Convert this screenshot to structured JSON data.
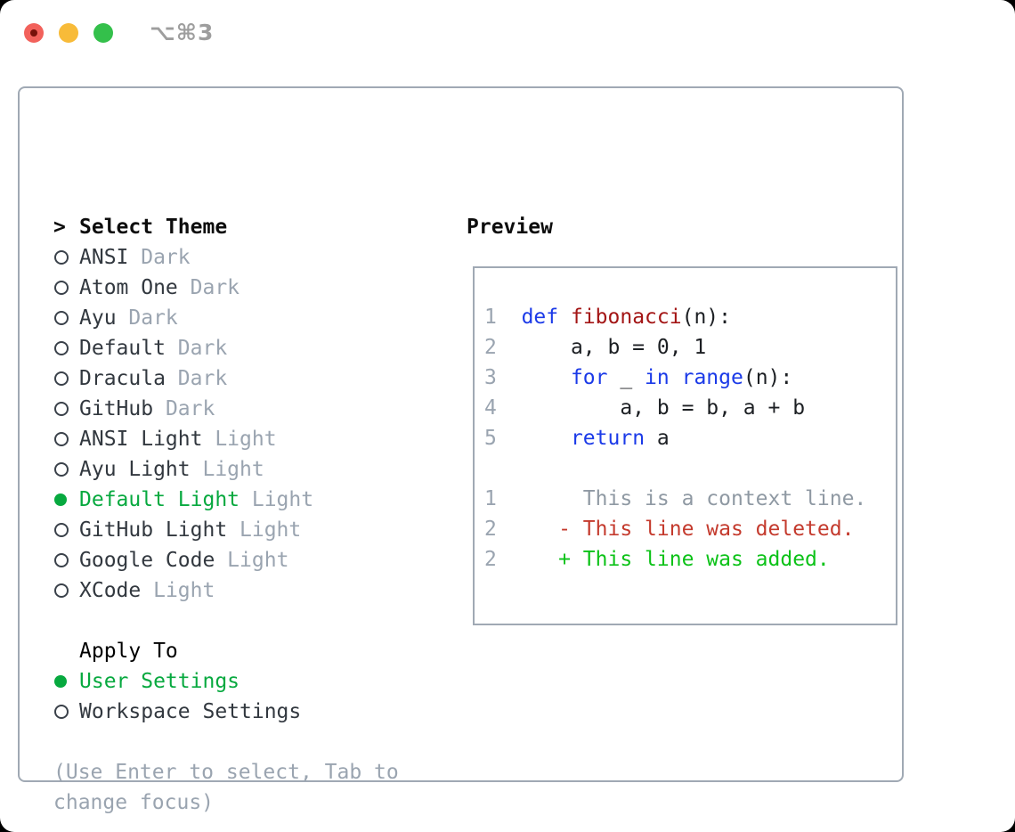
{
  "window": {
    "title": "⌥⌘3",
    "traffic_lights": {
      "close": "close-button",
      "minimize": "minimize-button",
      "zoom": "zoom-button"
    }
  },
  "theme_section": {
    "header": "Select Theme",
    "header_marker": ">",
    "items": [
      {
        "name": "ANSI",
        "tag": "Dark",
        "selected": false
      },
      {
        "name": "Atom One",
        "tag": "Dark",
        "selected": false
      },
      {
        "name": "Ayu",
        "tag": "Dark",
        "selected": false
      },
      {
        "name": "Default",
        "tag": "Dark",
        "selected": false
      },
      {
        "name": "Dracula",
        "tag": "Dark",
        "selected": false
      },
      {
        "name": "GitHub",
        "tag": "Dark",
        "selected": false
      },
      {
        "name": "ANSI Light",
        "tag": "Light",
        "selected": false
      },
      {
        "name": "Ayu Light",
        "tag": "Light",
        "selected": false
      },
      {
        "name": "Default Light",
        "tag": "Light",
        "selected": true
      },
      {
        "name": "GitHub Light",
        "tag": "Light",
        "selected": false
      },
      {
        "name": "Google Code",
        "tag": "Light",
        "selected": false
      },
      {
        "name": "XCode",
        "tag": "Light",
        "selected": false
      }
    ]
  },
  "apply_section": {
    "header": "Apply To",
    "items": [
      {
        "name": "User Settings",
        "selected": true
      },
      {
        "name": "Workspace Settings",
        "selected": false
      }
    ]
  },
  "help_text": "(Use Enter to select, Tab to change focus)",
  "preview": {
    "header": "Preview",
    "lines": [
      [],
      [
        {
          "t": "1",
          "c": "ln"
        },
        {
          "t": "  ",
          "c": "pl"
        },
        {
          "t": "def",
          "c": "kw"
        },
        {
          "t": " ",
          "c": "pl"
        },
        {
          "t": "fibonacci",
          "c": "fn"
        },
        {
          "t": "(n):",
          "c": "pl"
        }
      ],
      [
        {
          "t": "2",
          "c": "ln"
        },
        {
          "t": "      a, b = 0, 1",
          "c": "pl"
        }
      ],
      [
        {
          "t": "3",
          "c": "ln"
        },
        {
          "t": "      ",
          "c": "pl"
        },
        {
          "t": "for",
          "c": "kw"
        },
        {
          "t": " _ ",
          "c": "pl"
        },
        {
          "t": "in",
          "c": "kw"
        },
        {
          "t": " ",
          "c": "pl"
        },
        {
          "t": "range",
          "c": "kw"
        },
        {
          "t": "(n):",
          "c": "pl"
        }
      ],
      [
        {
          "t": "4",
          "c": "ln"
        },
        {
          "t": "          a, b = b, a + b",
          "c": "pl"
        }
      ],
      [
        {
          "t": "5",
          "c": "ln"
        },
        {
          "t": "      ",
          "c": "pl"
        },
        {
          "t": "return",
          "c": "kw"
        },
        {
          "t": " a",
          "c": "pl"
        }
      ],
      [],
      [
        {
          "t": "1",
          "c": "ln"
        },
        {
          "t": "       This is a context line.",
          "c": "ctx"
        }
      ],
      [
        {
          "t": "2",
          "c": "ln"
        },
        {
          "t": "     ",
          "c": "pl"
        },
        {
          "t": "- This line was deleted.",
          "c": "del"
        }
      ],
      [
        {
          "t": "2",
          "c": "ln"
        },
        {
          "t": "     ",
          "c": "pl"
        },
        {
          "t": "+ This line was added.",
          "c": "add"
        }
      ]
    ]
  },
  "colors": {
    "selected_green": "#07a93f",
    "added_green": "#0cc218",
    "deleted_red": "#c43a2d",
    "function_red": "#a31515",
    "keyword_blue": "#1b3ae8",
    "muted_gray": "#9aa4b0",
    "panel_border": "#a0a9b4",
    "traffic_red": "#f2615b",
    "traffic_yellow": "#f8bb39",
    "traffic_green": "#34c04b"
  }
}
